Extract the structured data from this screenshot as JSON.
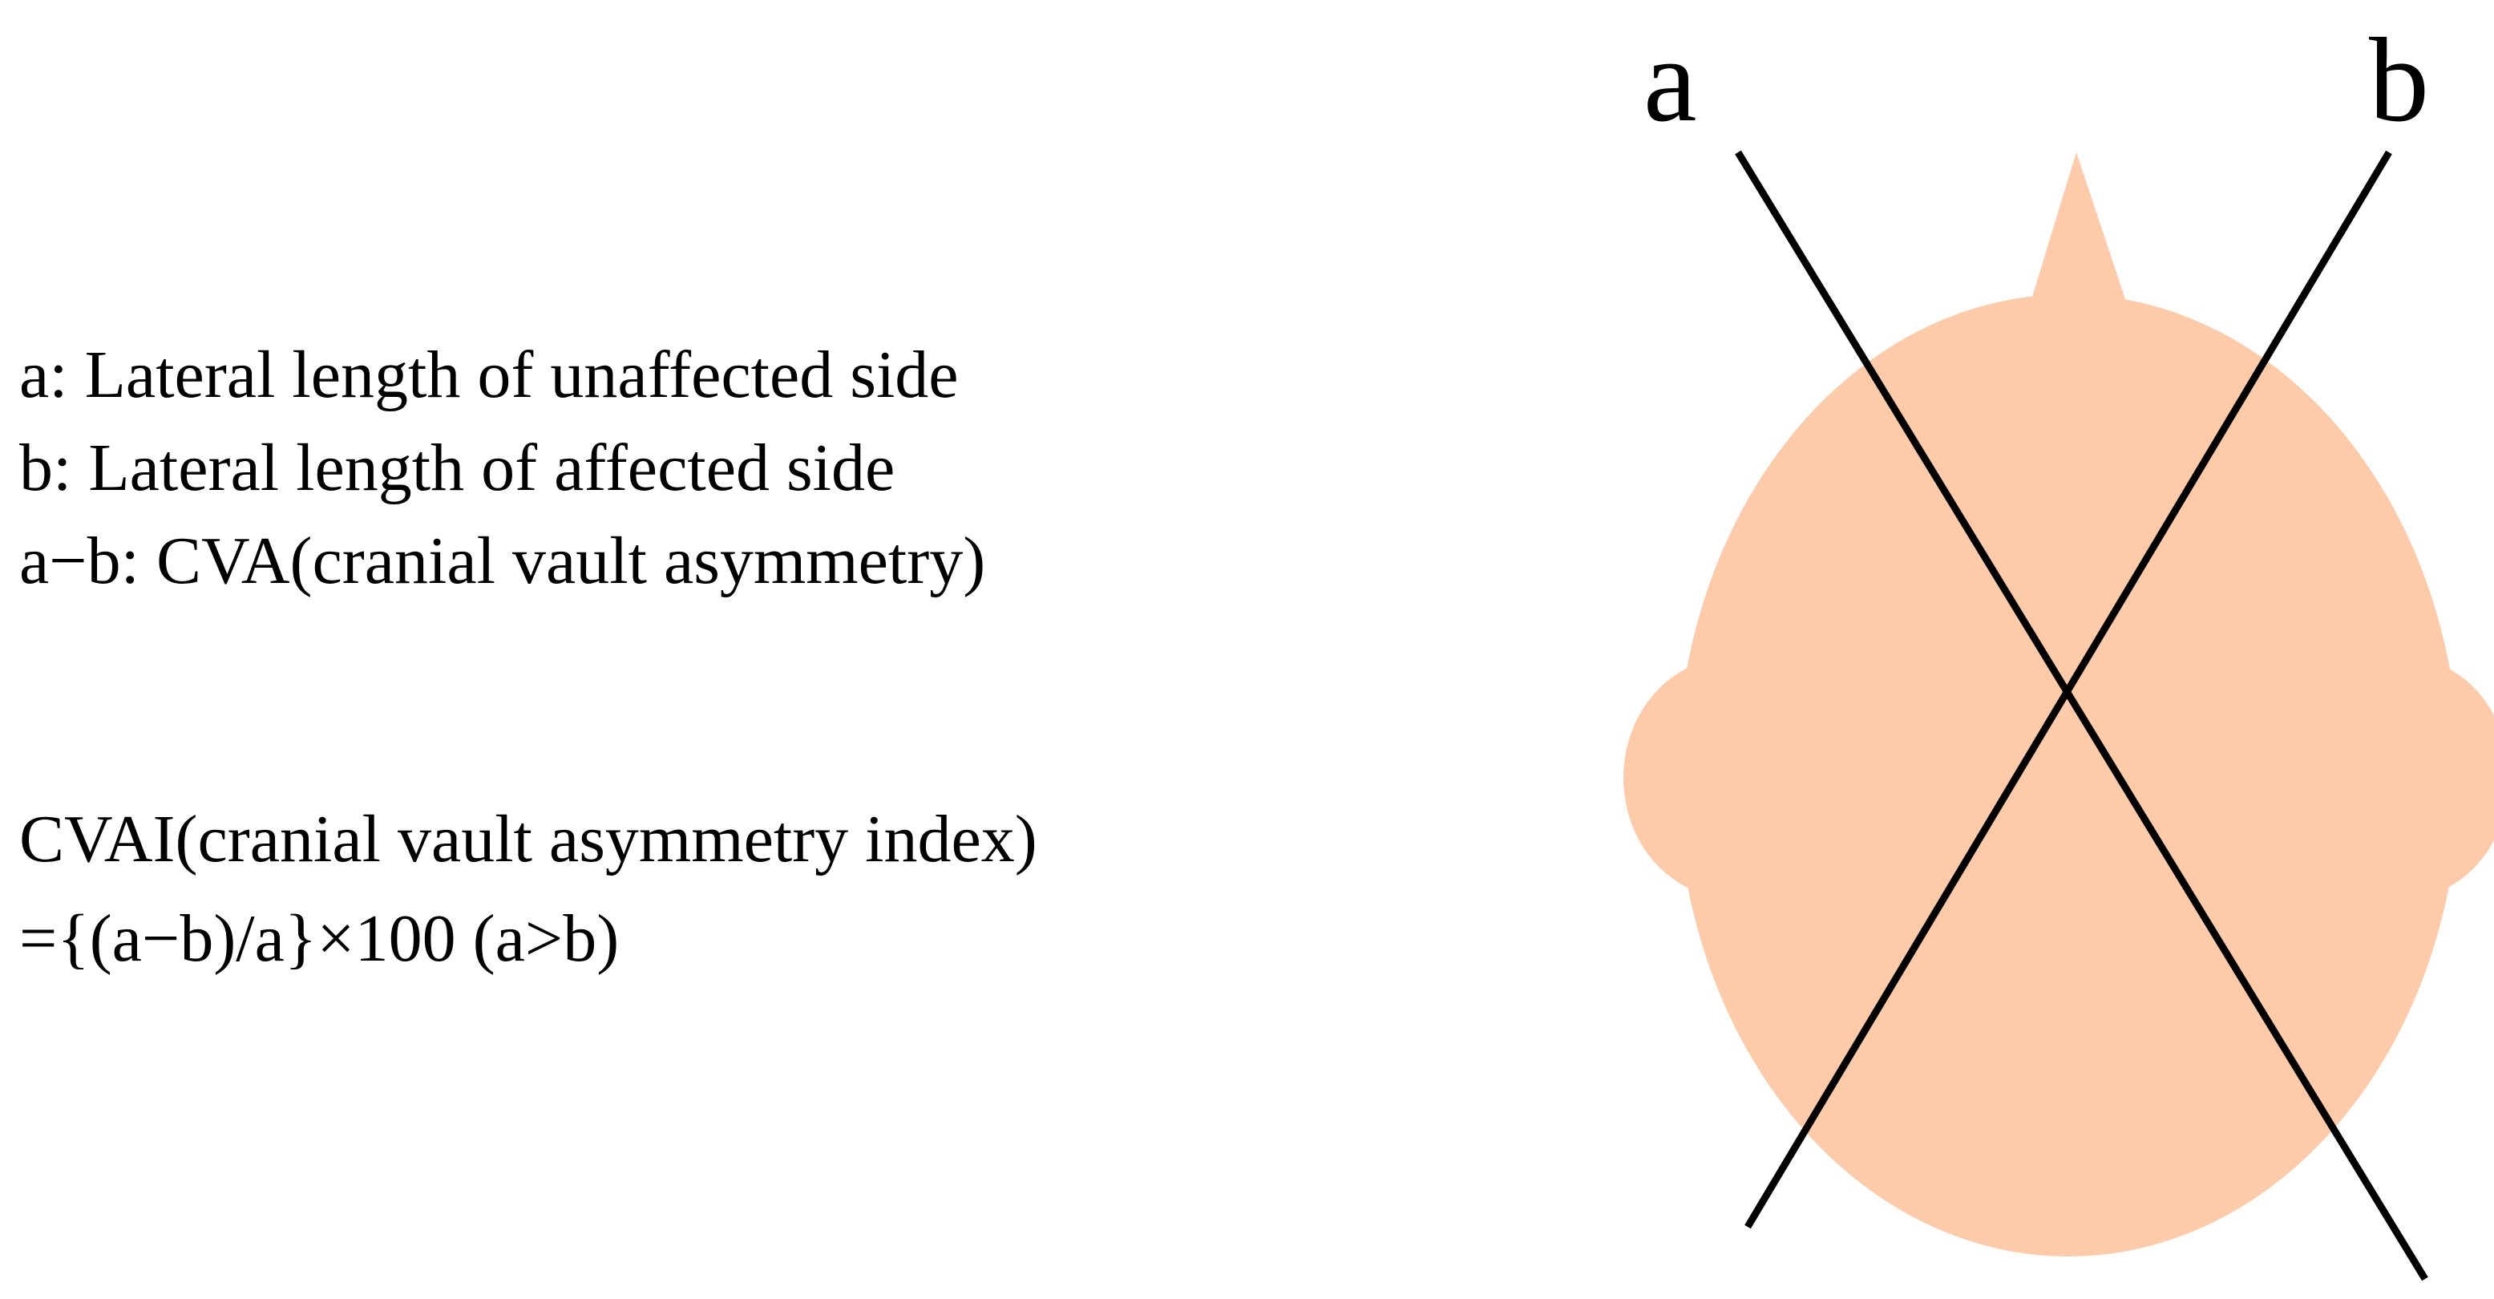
{
  "legend": {
    "line_a": "a: Lateral length of unaffected side",
    "line_b": "b: Lateral length of affected side",
    "line_ab": "a−b: CVA(cranial vault asymmetry)"
  },
  "formula": {
    "line1": "CVAI(cranial vault asymmetry index)",
    "line2": "={(a−b)/a}×100 (a>b)"
  },
  "diagram": {
    "label_a": "a",
    "label_b": "b",
    "head_color": "#fdcbaa",
    "line_color": "#000000"
  }
}
